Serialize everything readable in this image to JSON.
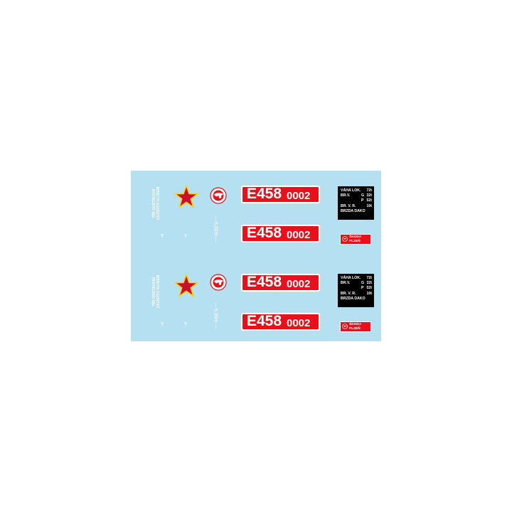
{
  "sheet": {
    "background_color": "#b5e0f2",
    "plate_color": "#e8101a",
    "star_color": "#c8102e",
    "star_outline_color": "#ffd200"
  },
  "rows": [
    {
      "warning_text": [
        "PŘI ODSTAVENÍ",
        "ZAJISTITI KLÍNEM"
      ],
      "dimension_label": "— 6,30m —",
      "plates": [
        {
          "big": "E458",
          "small": "0002"
        },
        {
          "big": "E458",
          "small": "0002"
        }
      ],
      "info_panel": [
        {
          "label": "VÁHA LOK.",
          "mid": "",
          "value": "72t"
        },
        {
          "label": "BR.V.",
          "mid": "G",
          "value": "32t"
        },
        {
          "label": "",
          "mid": "P",
          "value": "52t"
        },
        {
          "label": "BR. V. R.",
          "mid": "",
          "value": "10t"
        },
        {
          "label": "BRZDA DAKO",
          "mid": "",
          "value": ""
        }
      ],
      "maker_plate": {
        "line1": "ŠKODA",
        "line2": "PLZEŇ"
      },
      "icons": [
        "red-star-icon",
        "skoda-logo-icon",
        "skoda-logo-icon"
      ]
    },
    {
      "warning_text": [
        "PŘI ODSTAVENÍ",
        "ZAJISTITI KLÍNEM"
      ],
      "dimension_label": "— 6,30m —",
      "plates": [
        {
          "big": "E458",
          "small": "0002"
        },
        {
          "big": "E458",
          "small": "0002"
        }
      ],
      "info_panel": [
        {
          "label": "VÁHA LOK.",
          "mid": "",
          "value": "72t"
        },
        {
          "label": "BR.V.",
          "mid": "G",
          "value": "32t"
        },
        {
          "label": "",
          "mid": "P",
          "value": "52t"
        },
        {
          "label": "BR. V. R.",
          "mid": "",
          "value": "10t"
        },
        {
          "label": "BRZDA DAKO",
          "mid": "",
          "value": ""
        }
      ],
      "maker_plate": {
        "line1": "ŠKODA",
        "line2": "PLZEŇ"
      },
      "icons": [
        "red-star-icon",
        "skoda-logo-icon",
        "skoda-logo-icon"
      ]
    }
  ]
}
